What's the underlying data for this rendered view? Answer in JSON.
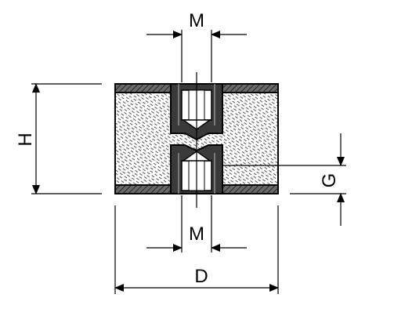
{
  "labels": {
    "m_top": "M",
    "m_bottom": "M",
    "h": "H",
    "d": "D",
    "g": "G"
  },
  "colors": {
    "line": "#000000",
    "hatch": "#555555",
    "fill_dark": "#3a3a3a",
    "background": "#ffffff"
  }
}
